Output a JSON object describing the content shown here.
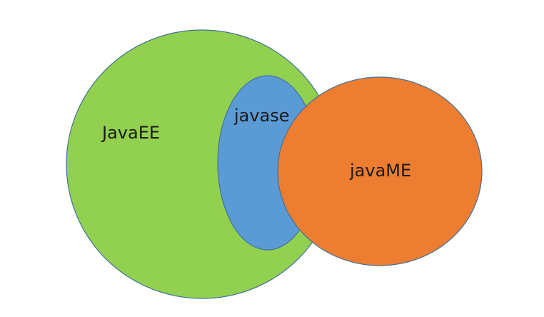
{
  "diagram": {
    "sets": [
      {
        "id": "javaee",
        "label": "JavaEE",
        "fill": "#92D050",
        "stroke": "#41719C"
      },
      {
        "id": "javase",
        "label": "javase",
        "fill": "#5B9BD5",
        "stroke": "#41719C"
      },
      {
        "id": "javame",
        "label": "javaME",
        "fill": "#ED7D31",
        "stroke": "#41719C"
      }
    ]
  }
}
